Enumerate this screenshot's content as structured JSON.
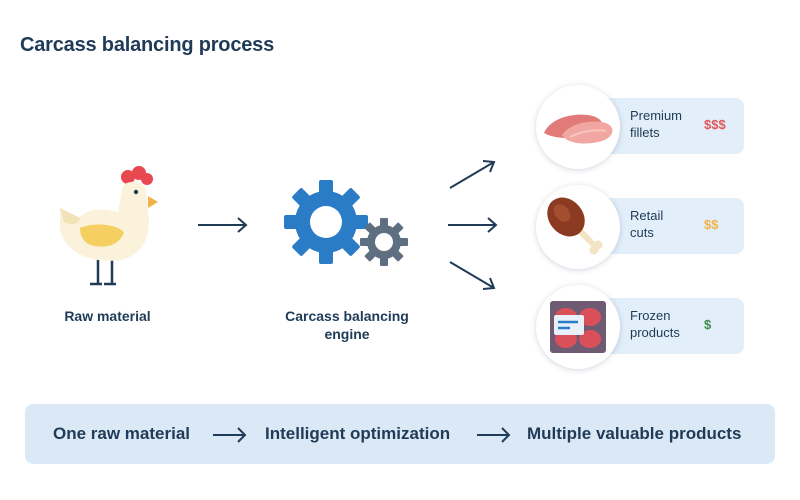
{
  "title": "Carcass balancing process",
  "stages": {
    "raw_material": "Raw material",
    "engine_line1": "Carcass balancing",
    "engine_line2": "engine"
  },
  "outputs": [
    {
      "label_line1": "Premium",
      "label_line2": "fillets",
      "price": "$$$",
      "price_color": "#e2575b",
      "icon": "chicken-fillet-icon"
    },
    {
      "label_line1": "Retail",
      "label_line2": "cuts",
      "price": "$$",
      "price_color": "#f2b24a",
      "icon": "drumstick-icon"
    },
    {
      "label_line1": "Frozen",
      "label_line2": "products",
      "price": "$",
      "price_color": "#3f8a4e",
      "icon": "frozen-pack-icon"
    }
  ],
  "banner": {
    "step1": "One raw material",
    "step2": "Intelligent optimization",
    "step3": "Multiple valuable products"
  },
  "colors": {
    "text": "#1f3b57",
    "gear_primary": "#2a7cc7",
    "gear_secondary": "#5d6f80",
    "banner_bg": "#dbe9f6",
    "card_bg": "#e2eef9"
  }
}
